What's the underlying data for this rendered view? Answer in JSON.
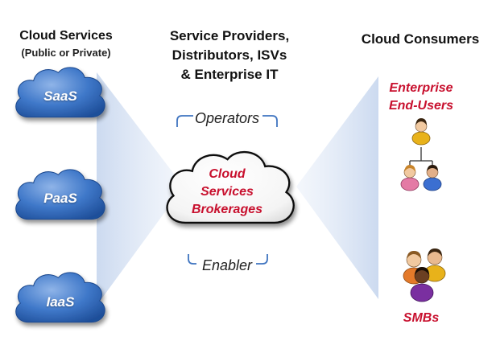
{
  "headers": {
    "left_title": "Cloud Services",
    "left_subtitle": "(Public or Private)",
    "center_line1": "Service Providers,",
    "center_line2": "Distributors, ISVs",
    "center_line3": "& Enterprise IT",
    "right_title": "Cloud Consumers"
  },
  "service_clouds": [
    {
      "label": "SaaS"
    },
    {
      "label": "PaaS"
    },
    {
      "label": "IaaS"
    }
  ],
  "broker": {
    "line1": "Cloud",
    "line2": "Services",
    "line3": "Brokerages"
  },
  "brackets": {
    "top_label": "Operators",
    "bottom_label": "Enabler"
  },
  "consumers": {
    "enterprise_line1": "Enterprise",
    "enterprise_line2": "End-Users",
    "smb_label": "SMBs"
  },
  "colors": {
    "cloud_blue": "#2f67b8",
    "accent_red": "#c8102e",
    "beam": "#c9d8ef"
  }
}
